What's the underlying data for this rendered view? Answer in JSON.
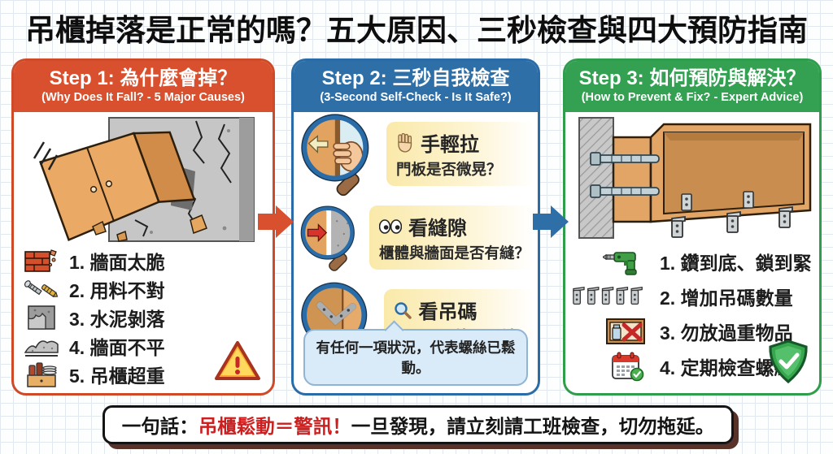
{
  "page": {
    "title": "吊櫃掉落是正常的嗎？五大原因、三秒檢查與四大預防指南"
  },
  "colors": {
    "step1_accent": "#d8502e",
    "step2_accent": "#2e6fa8",
    "step3_accent": "#33a052",
    "footer_warning_red": "#cc1f1f",
    "highlight_yellow": "#fae9a9",
    "callout_blue": "#d9eaf8"
  },
  "step1": {
    "title": "Step 1: 為什麼會掉？",
    "subtitle": "(Why Does It Fall? - 5 Major Causes)",
    "illustration": "falling-cabinet-cracked-wall",
    "items": [
      {
        "icon": "brick-wall-icon",
        "label": "1. 牆面太脆"
      },
      {
        "icon": "screw-anchor-icon",
        "label": "2. 用料不對"
      },
      {
        "icon": "cement-peel-icon",
        "label": "3. 水泥剝落"
      },
      {
        "icon": "uneven-wall-icon",
        "label": "4. 牆面不平"
      },
      {
        "icon": "overloaded-cabinet-icon",
        "label": "5. 吊櫃超重"
      }
    ],
    "badge": "warning-triangle-icon"
  },
  "step2": {
    "title": "Step 2: 三秒自我檢查",
    "subtitle": "(3-Second Self-Check - Is It Safe?)",
    "checks": [
      {
        "icon": "hand-icon",
        "magnifier": "hand-pulling-door",
        "title": "手輕拉",
        "question": "門板是否微晃？"
      },
      {
        "icon": "eyes-icon",
        "magnifier": "gap-between-cabinet-and-wall",
        "title": "看縫隙",
        "question": "櫃體與牆面是否有縫？"
      },
      {
        "icon": "magnifier-icon",
        "magnifier": "exposed-bracket",
        "title": "看吊碼",
        "question": "吊碼是否外露歪斜？"
      }
    ],
    "callout": "有任何一項狀況，代表螺絲已鬆動。"
  },
  "step3": {
    "title": "Step 3: 如何預防與解決？",
    "subtitle": "(How to Prevent & Fix? - Expert Advice)",
    "illustration": "properly-anchored-cabinet",
    "items": [
      {
        "icon": "drill-icon",
        "label": "1. 鑽到底、鎖到緊"
      },
      {
        "icon": "brackets-row-icon",
        "label": "2. 增加吊碼數量"
      },
      {
        "icon": "no-heavy-items-icon",
        "label": "3. 勿放過重物品"
      },
      {
        "icon": "calendar-check-icon",
        "label": "4. 定期檢查螺絲"
      }
    ],
    "badge": "shield-check-icon"
  },
  "footer": {
    "prefix": "一句話：",
    "highlight": "吊櫃鬆動＝警訊！",
    "suffix": "一旦發現，請立刻請工班檢查，切勿拖延。"
  }
}
